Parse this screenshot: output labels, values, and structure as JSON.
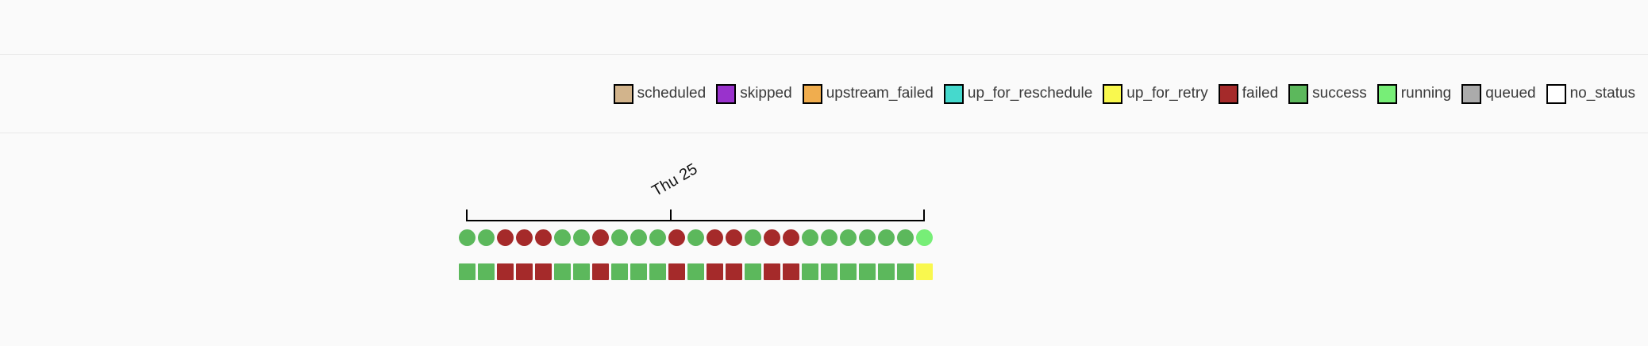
{
  "app": {
    "name": "airflow-tree-view"
  },
  "colors": {
    "background": "#fafafa",
    "divider": "#e9e9e9",
    "axis": "#000000",
    "legend_text": "#3a3a3a",
    "swatch_border": "#000000"
  },
  "status_colors": {
    "scheduled": "#d2b48c",
    "skipped": "#9932cc",
    "upstream_failed": "#f0ad4e",
    "up_for_reschedule": "#45d9cd",
    "up_for_retry": "#f9f84e",
    "failed": "#a52a2a",
    "success": "#5cb85c",
    "running": "#77ee77",
    "queued": "#ababab",
    "no_status": "#ffffff"
  },
  "legend": {
    "items": [
      {
        "id": "scheduled",
        "label": "scheduled"
      },
      {
        "id": "skipped",
        "label": "skipped"
      },
      {
        "id": "upstream_failed",
        "label": "upstream_failed"
      },
      {
        "id": "up_for_reschedule",
        "label": "up_for_reschedule"
      },
      {
        "id": "up_for_retry",
        "label": "up_for_retry"
      },
      {
        "id": "failed",
        "label": "failed"
      },
      {
        "id": "success",
        "label": "success"
      },
      {
        "id": "running",
        "label": "running"
      },
      {
        "id": "queued",
        "label": "queued"
      },
      {
        "id": "no_status",
        "label": "no_status"
      }
    ]
  },
  "timeline": {
    "axis_label": "Thu 25",
    "dag_runs": [
      "success",
      "success",
      "failed",
      "failed",
      "failed",
      "success",
      "success",
      "failed",
      "success",
      "success",
      "success",
      "failed",
      "success",
      "failed",
      "failed",
      "success",
      "failed",
      "failed",
      "success",
      "success",
      "success",
      "success",
      "success",
      "success",
      "running"
    ],
    "task_instances": [
      "success",
      "success",
      "failed",
      "failed",
      "failed",
      "success",
      "success",
      "failed",
      "success",
      "success",
      "success",
      "failed",
      "success",
      "failed",
      "failed",
      "success",
      "failed",
      "failed",
      "success",
      "success",
      "success",
      "success",
      "success",
      "success",
      "up_for_retry"
    ]
  }
}
